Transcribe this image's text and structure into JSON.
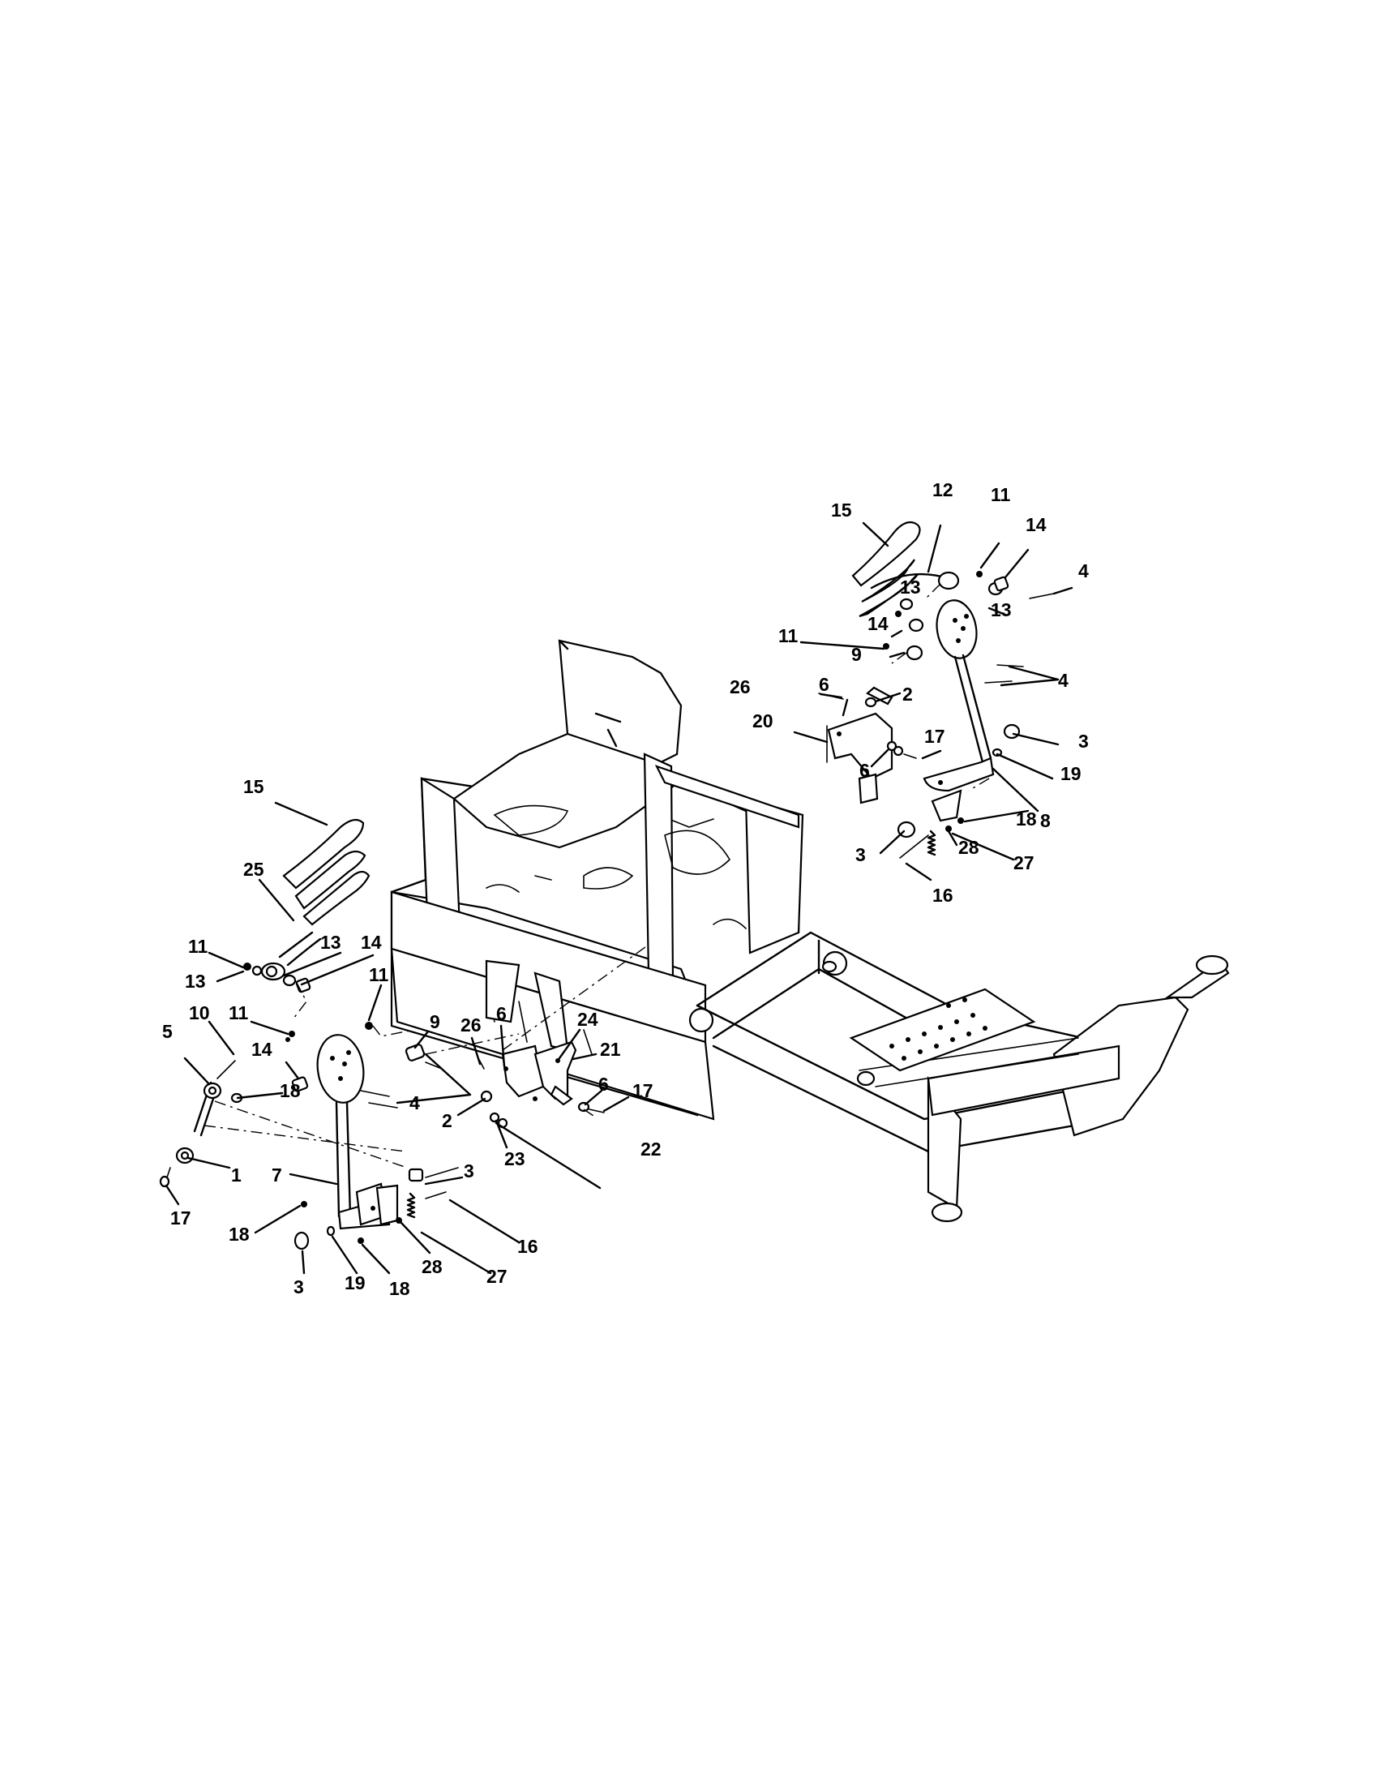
{
  "diagram": {
    "labels": [
      {
        "id": "l15a",
        "text": "15"
      },
      {
        "id": "l12",
        "text": "12"
      },
      {
        "id": "l11a",
        "text": "11"
      },
      {
        "id": "l14a",
        "text": "14"
      },
      {
        "id": "l4a",
        "text": "4"
      },
      {
        "id": "l13a",
        "text": "13"
      },
      {
        "id": "l13b",
        "text": "13"
      },
      {
        "id": "l14b",
        "text": "14"
      },
      {
        "id": "l11b",
        "text": "11"
      },
      {
        "id": "l9a",
        "text": "9"
      },
      {
        "id": "l4b",
        "text": "4"
      },
      {
        "id": "l26a",
        "text": "26"
      },
      {
        "id": "l6a",
        "text": "6"
      },
      {
        "id": "l2a",
        "text": "2"
      },
      {
        "id": "l20",
        "text": "20"
      },
      {
        "id": "l17a",
        "text": "17"
      },
      {
        "id": "l6b",
        "text": "6"
      },
      {
        "id": "l3a",
        "text": "3"
      },
      {
        "id": "l19a",
        "text": "19"
      },
      {
        "id": "l8",
        "text": "8"
      },
      {
        "id": "l18a",
        "text": "18"
      },
      {
        "id": "l3b",
        "text": "3"
      },
      {
        "id": "l28a",
        "text": "28"
      },
      {
        "id": "l16a",
        "text": "16"
      },
      {
        "id": "l27a",
        "text": "27"
      },
      {
        "id": "l15b",
        "text": "15"
      },
      {
        "id": "l25",
        "text": "25"
      },
      {
        "id": "l11c",
        "text": "11"
      },
      {
        "id": "l13c",
        "text": "13"
      },
      {
        "id": "l14c",
        "text": "14"
      },
      {
        "id": "l13d",
        "text": "13"
      },
      {
        "id": "l11d",
        "text": "11"
      },
      {
        "id": "l10",
        "text": "10"
      },
      {
        "id": "l11e",
        "text": "11"
      },
      {
        "id": "l5",
        "text": "5"
      },
      {
        "id": "l14d",
        "text": "14"
      },
      {
        "id": "l18b",
        "text": "18"
      },
      {
        "id": "l9b",
        "text": "9"
      },
      {
        "id": "l4c",
        "text": "4"
      },
      {
        "id": "l26b",
        "text": "26"
      },
      {
        "id": "l6c",
        "text": "6"
      },
      {
        "id": "l24",
        "text": "24"
      },
      {
        "id": "l21",
        "text": "21"
      },
      {
        "id": "l6d",
        "text": "6"
      },
      {
        "id": "l17b",
        "text": "17"
      },
      {
        "id": "l2b",
        "text": "2"
      },
      {
        "id": "l23",
        "text": "23"
      },
      {
        "id": "l22",
        "text": "22"
      },
      {
        "id": "l1",
        "text": "1"
      },
      {
        "id": "l17c",
        "text": "17"
      },
      {
        "id": "l7",
        "text": "7"
      },
      {
        "id": "l3c",
        "text": "3"
      },
      {
        "id": "l16b",
        "text": "16"
      },
      {
        "id": "l18c",
        "text": "18"
      },
      {
        "id": "l28b",
        "text": "28"
      },
      {
        "id": "l27b",
        "text": "27"
      },
      {
        "id": "l3d",
        "text": "3"
      },
      {
        "id": "l19b",
        "text": "19"
      },
      {
        "id": "l18d",
        "text": "18"
      }
    ]
  }
}
